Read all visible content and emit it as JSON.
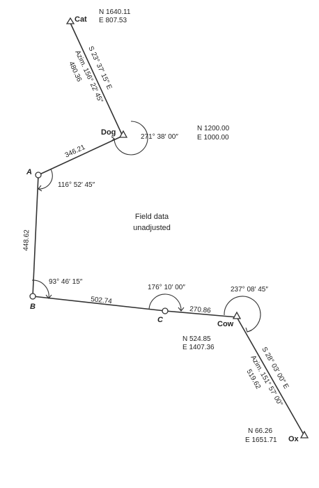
{
  "stations": {
    "cat": {
      "name": "Cat",
      "north": "N 1640.11",
      "east": "E 807.53"
    },
    "dog": {
      "name": "Dog",
      "north": "N 1200.00",
      "east": "E 1000.00"
    },
    "a": {
      "name": "A"
    },
    "b": {
      "name": "B"
    },
    "c": {
      "name": "C"
    },
    "cow": {
      "name": "Cow",
      "north": "N 524.85",
      "east": "E 1407.36"
    },
    "ox": {
      "name": "Ox",
      "north": "N 66.26",
      "east": "E 1651.71"
    }
  },
  "courses": {
    "cat_dog": {
      "bearing": "S 23° 37′ 15″ E",
      "azimuth": "Azim. 156° 22′ 45″",
      "distance": "480.36"
    },
    "dog_a": {
      "distance": "346.21"
    },
    "a_b": {
      "distance": "448.62"
    },
    "b_c": {
      "distance": "502.74"
    },
    "c_cow": {
      "distance": "270.86"
    },
    "cow_ox": {
      "bearing": "S 28° 03′ 00″ E",
      "azimuth": "Azim. 151° 57′ 00″",
      "distance": "519.62"
    }
  },
  "angles": {
    "dog": "271° 38′ 00″",
    "a": "116° 52′ 45″",
    "b": "93° 46′ 15″",
    "c": "176° 10′ 00″",
    "cow": "237° 08′ 45″"
  },
  "note": {
    "line1": "Field data",
    "line2": "unadjusted"
  }
}
